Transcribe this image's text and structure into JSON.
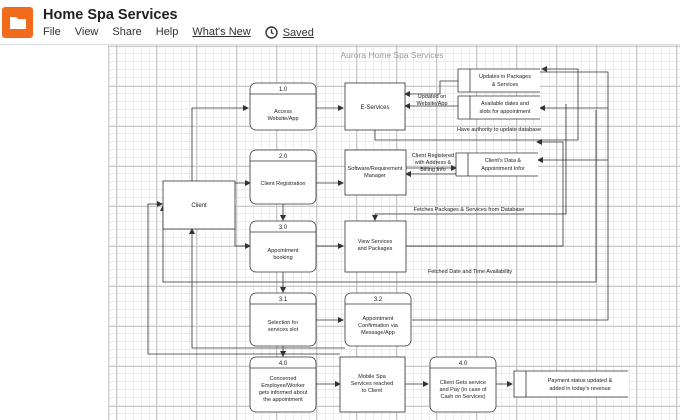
{
  "header": {
    "title": "Home Spa Services",
    "menu": [
      "File",
      "View",
      "Share",
      "Help",
      "What's New"
    ],
    "saved_label": "Saved"
  },
  "diagram": {
    "title": "Aurora Home Spa Services",
    "processes": [
      {
        "id": "1.0",
        "lines": [
          "Access",
          "Website/App"
        ]
      },
      {
        "id": "2.0",
        "lines": [
          "Client Registration"
        ]
      },
      {
        "id": "3.0",
        "lines": [
          "Appointment",
          "booking"
        ]
      },
      {
        "id": "3.1",
        "lines": [
          "Selection for",
          "services slot"
        ]
      },
      {
        "id": "3.2",
        "lines": [
          "Appointment",
          "Confirmation  via",
          "Message/App"
        ]
      },
      {
        "id": "4.0",
        "lines": [
          "Concerned",
          "Employee/Worker",
          "gets informed about",
          "the appointment"
        ]
      },
      {
        "id": "4.0",
        "lines": [
          "Client Gets service",
          "and Pay (in case of",
          "Cash on Services)"
        ]
      }
    ],
    "entities": {
      "client": "Client",
      "eservices": "E-Services",
      "software": [
        "Software/Requirement",
        "Manager"
      ],
      "view_services": [
        "View Services",
        "and Packages"
      ],
      "mobile_spa": [
        "Mobile Spa",
        "Services reached",
        "to  Client"
      ]
    },
    "stores": {
      "updates": [
        "Updates in Packages",
        "& Services"
      ],
      "available": [
        "Available dates and",
        "slots for appointment"
      ],
      "client_data": [
        "Client's Data &",
        "Appointment Infor"
      ],
      "payment": [
        "Payment status updated &",
        "added in today's revenue"
      ]
    },
    "labels": {
      "updated_on": [
        "Updated on",
        "Website/App"
      ],
      "authority": "Have authority to update database",
      "registered": [
        "Client Registered",
        "with Address &",
        "Billing Info"
      ],
      "fetches": "Fetches Packages & Services from Database",
      "fetched_date": "Fetched Date and Time Availability"
    }
  },
  "colors": {
    "accent": "#f26a1b",
    "line": "#333333"
  }
}
